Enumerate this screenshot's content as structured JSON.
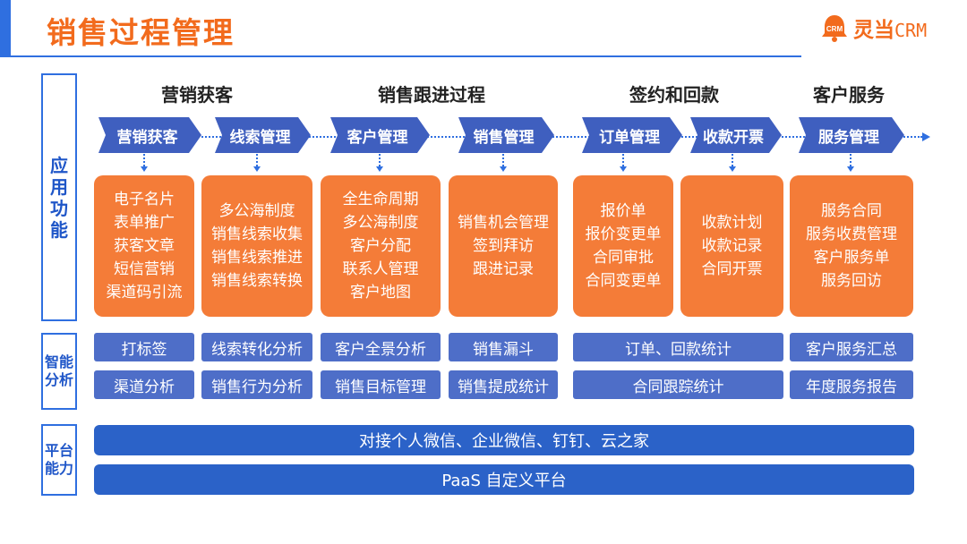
{
  "title": "销售过程管理",
  "logo": {
    "brand": "灵当",
    "suffix": "CRM",
    "badge": "CRM"
  },
  "sections": {
    "app": "应用功能",
    "analysis": "智能分析",
    "platform": "平台能力"
  },
  "stages": [
    "营销获客",
    "销售跟进过程",
    "签约和回款",
    "客户服务"
  ],
  "steps": [
    "营销获客",
    "线索管理",
    "客户管理",
    "销售管理",
    "订单管理",
    "收款开票",
    "服务管理"
  ],
  "cards": [
    [
      "电子名片",
      "表单推广",
      "获客文章",
      "短信营销",
      "渠道码引流"
    ],
    [
      "多公海制度",
      "销售线索收集",
      "销售线索推进",
      "销售线索转换"
    ],
    [
      "全生命周期",
      "多公海制度",
      "客户分配",
      "联系人管理",
      "客户地图"
    ],
    [
      "销售机会管理",
      "签到拜访",
      "跟进记录"
    ],
    [
      "报价单",
      "报价变更单",
      "合同审批",
      "合同变更单"
    ],
    [
      "收款计划",
      "收款记录",
      "合同开票"
    ],
    [
      "服务合同",
      "服务收费管理",
      "客户服务单",
      "服务回访"
    ]
  ],
  "analysis_row1": [
    "打标签",
    "线索转化分析",
    "客户全景分析",
    "销售漏斗",
    "订单、回款统计",
    "客户服务汇总"
  ],
  "analysis_row2": [
    "渠道分析",
    "销售行为分析",
    "销售目标管理",
    "销售提成统计",
    "合同跟踪统计",
    "年度服务报告"
  ],
  "platform": [
    "对接个人微信、企业微信、钉钉、云之家",
    "PaaS 自定义平台"
  ],
  "colors": {
    "orange": "#f47c38",
    "blue": "#2f6fe0",
    "chevron": "#3f5fbf",
    "pill": "#4e6ec8",
    "bar": "#2b62c8"
  }
}
